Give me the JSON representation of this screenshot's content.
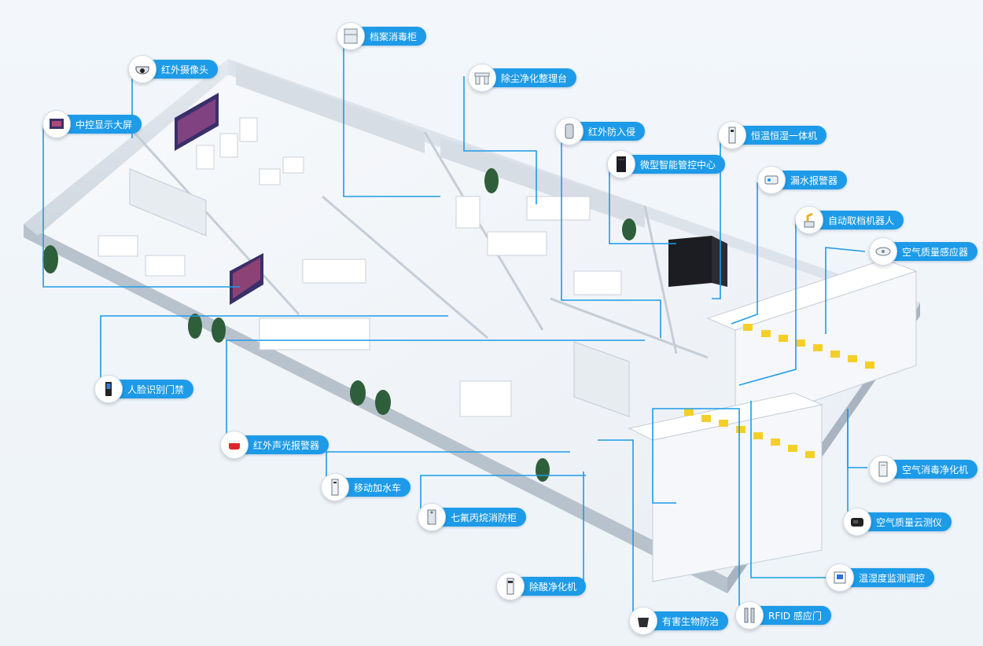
{
  "accent_color": "#1d9be8",
  "labels": {
    "archive_disinfection_cabinet": "档案消毒柜",
    "infrared_camera": "红外摄像头",
    "dust_purification_table": "除尘净化整理台",
    "central_display": "中控显示大屏",
    "infrared_intrusion": "红外防入侵",
    "micro_control_center": "微型智能管控中心",
    "thermo_humidity_unit": "恒温恒湿一体机",
    "water_leak_alarm": "漏水报警器",
    "auto_retrieval_robot": "自动取档机器人",
    "air_quality_sensor": "空气质量感应器",
    "face_access": "人脸识别门禁",
    "infrared_sound_alarm": "红外声光报警器",
    "mobile_humidifier": "移动加水车",
    "hfc_fire_cabinet": "七氟丙烷消防柜",
    "air_disinfection_purifier": "空气消毒净化机",
    "air_quality_cloud_meter": "空气质量云测仪",
    "acid_removal_purifier": "除酸净化机",
    "temp_humidity_monitor": "温湿度监测调控",
    "biohazard_protection": "有害生物防治",
    "rfid_gate": "RFID 感应门"
  }
}
